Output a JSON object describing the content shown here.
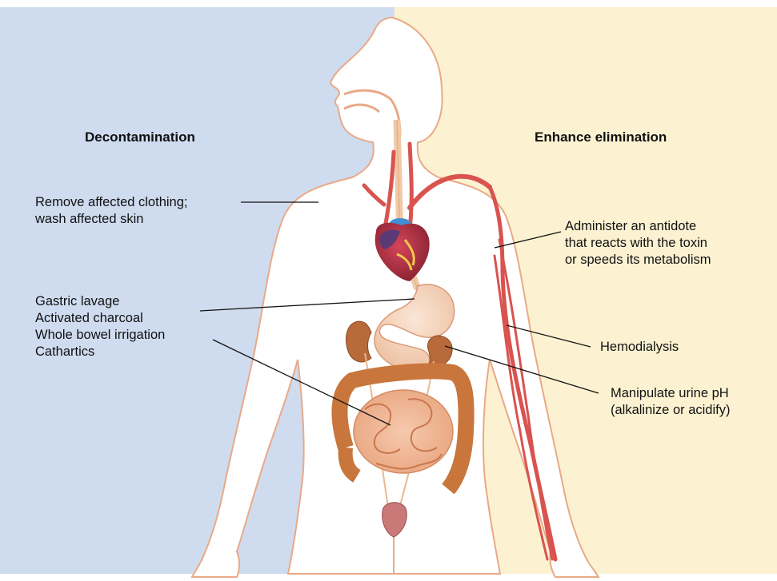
{
  "headings": {
    "left": "Decontamination",
    "right": "Enhance elimination"
  },
  "labels": {
    "clothing": [
      "Remove affected clothing;",
      "wash affected skin"
    ],
    "gastric": [
      "Gastric lavage",
      "Activated charcoal",
      "Whole bowel irrigation",
      "Cathartics"
    ],
    "antidote": [
      "Administer an antidote",
      "that reacts with the toxin",
      "or speeds its metabolism"
    ],
    "hemodialysis": "Hemodialysis",
    "urine": [
      "Manipulate urine pH",
      "(alkalinize or acidify)"
    ]
  },
  "colors": {
    "left_background": "#cfdcef",
    "right_background": "#fcf2d2",
    "body_outline": "#e9a987",
    "vessel": "#d9534f",
    "intestine": "#c8763c",
    "kidney": "#b86a3a"
  }
}
